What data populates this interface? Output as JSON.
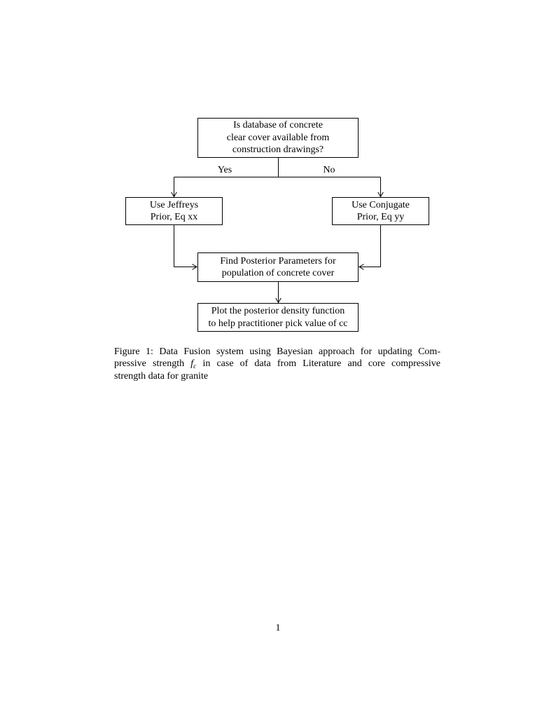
{
  "page": {
    "number": "1"
  },
  "flowchart": {
    "nodes": {
      "decision": "Is database of concrete\nclear cover available from\nconstruction drawings?",
      "jeffreys": "Use Jeffreys\nPrior, Eq xx",
      "conjugate": "Use Conjugate\nPrior, Eq yy",
      "posterior": "Find Posterior Parameters for\npopulation of concrete cover",
      "plot": "Plot the posterior density function\nto help practitioner pick value of cc"
    },
    "edge_labels": {
      "yes": "Yes",
      "no": "No"
    }
  },
  "figure": {
    "caption": {
      "line1": "Figure 1: Data Fusion system using Bayesian approach for updating Com-",
      "line2_pre": "pressive strength",
      "math_f": "f",
      "math_sub": "c",
      "line2_post": "in case of data from Literature and core compressive",
      "line3": "strength data for granite"
    }
  }
}
